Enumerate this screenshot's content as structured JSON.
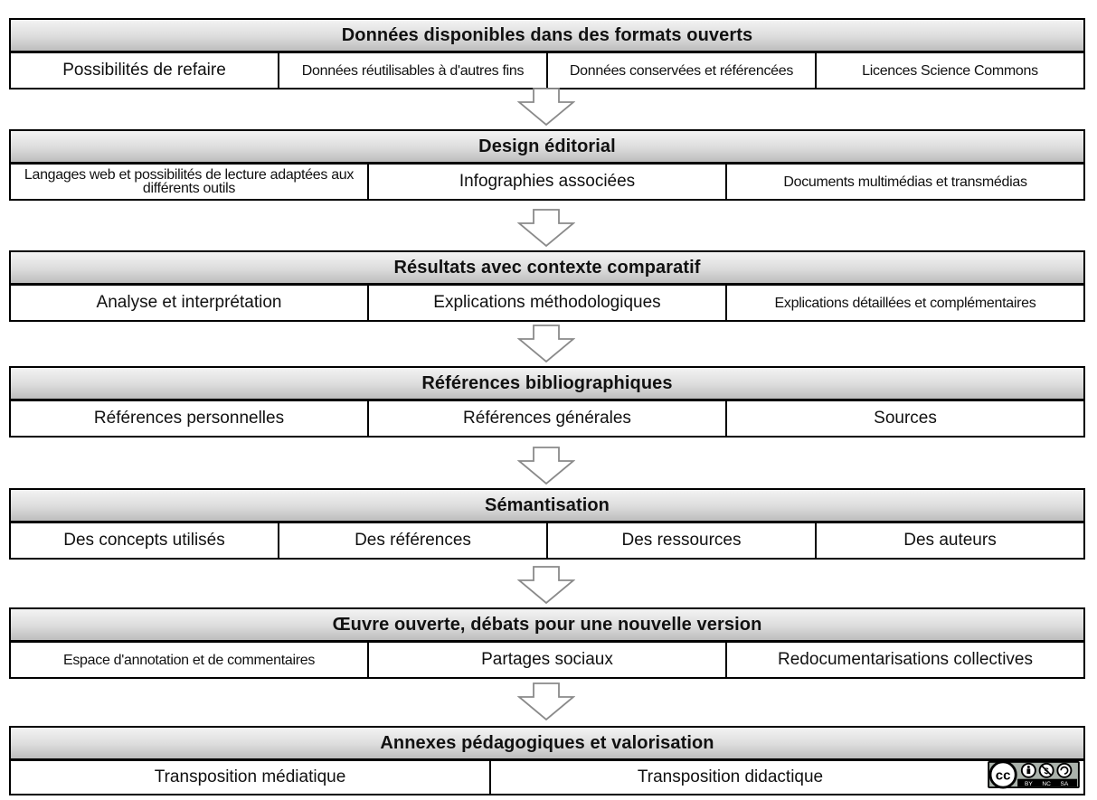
{
  "sections": [
    {
      "title": "Données disponibles dans des formats ouverts",
      "cells": [
        "Possibilités de refaire",
        "Données réutilisables à d'autres fins",
        "Données conservées et référencées",
        "Licences Science Commons"
      ]
    },
    {
      "title": "Design  éditorial",
      "cells": [
        "Langages web et possibilités de lecture adaptées aux différents outils",
        "Infographies associées",
        "Documents multimédias et transmédias"
      ]
    },
    {
      "title": "Résultats avec contexte comparatif",
      "cells": [
        "Analyse et interprétation",
        "Explications méthodologiques",
        "Explications détaillées et complémentaires"
      ]
    },
    {
      "title": "Références bibliographiques",
      "cells": [
        "Références personnelles",
        "Références générales",
        "Sources"
      ]
    },
    {
      "title": "Sémantisation",
      "cells": [
        "Des concepts utilisés",
        "Des références",
        "Des ressources",
        "Des auteurs"
      ]
    },
    {
      "title": "Œuvre ouverte, débats pour une nouvelle version",
      "cells": [
        "Espace d'annotation et de commentaires",
        "Partages sociaux",
        "Redocumentarisations collectives"
      ]
    },
    {
      "title": "Annexes pédagogiques et valorisation",
      "cells": [
        "Transposition médiatique",
        "Transposition didactique"
      ]
    }
  ],
  "license_badge": {
    "symbol": "cc",
    "terms": [
      "BY",
      "NC",
      "SA"
    ]
  }
}
